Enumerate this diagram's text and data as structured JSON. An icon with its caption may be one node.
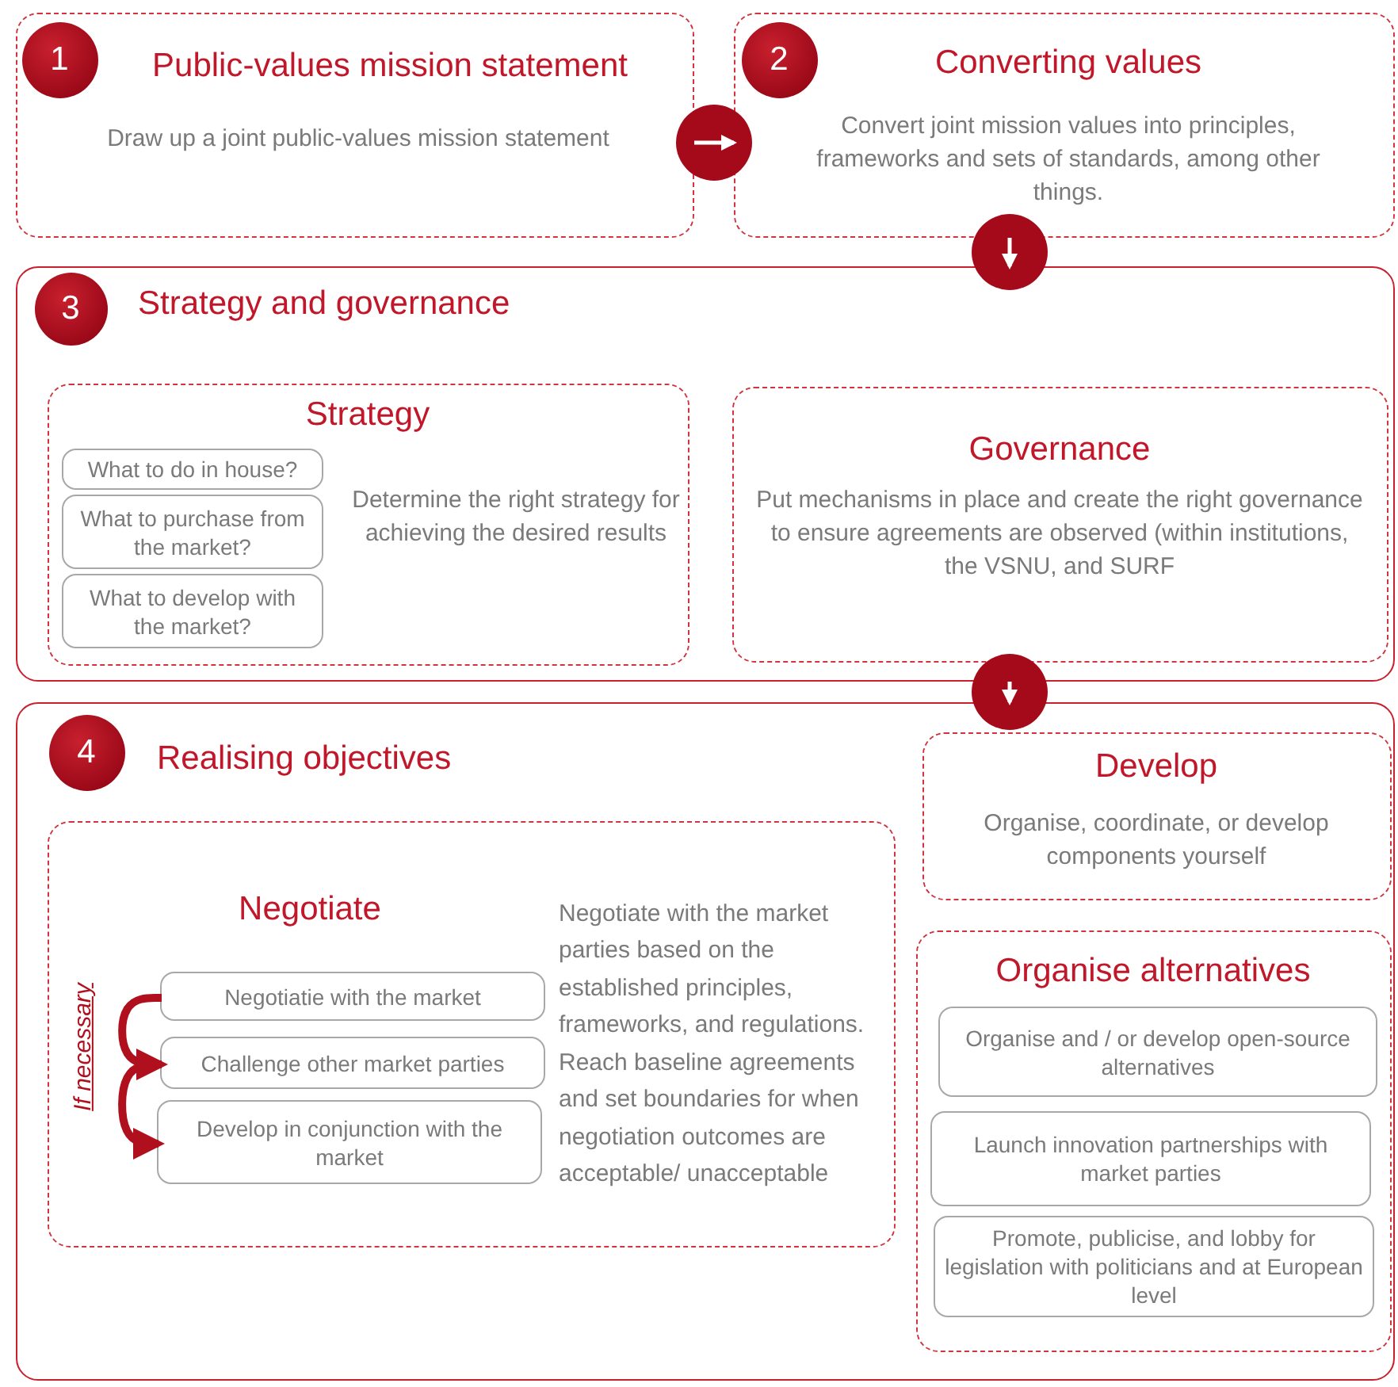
{
  "diagram": {
    "nodes": [
      {
        "text": [
          "Public-values mission statement",
          "Draw up a joint public-values mission statement"
        ]
      },
      {
        "text": [
          "1"
        ],
        "in": 0
      },
      {
        "text": [
          "Converting values",
          "Convert joint mission values into principles, frameworks and sets of standards, among other things."
        ]
      },
      {
        "text": [
          "2"
        ],
        "in": 2
      },
      {
        "text": [
          "Strategy and governance"
        ]
      },
      {
        "text": [
          "3"
        ],
        "in": 4
      },
      {
        "text": [
          "Strategy",
          "Determine the right strategy for achieving the desired results"
        ],
        "in": 4
      },
      {
        "text": [
          "What to do in house?"
        ],
        "in": 6
      },
      {
        "text": [
          "What to purchase from the market?"
        ],
        "in": 6
      },
      {
        "text": [
          "What to develop with the market?"
        ],
        "in": 6
      },
      {
        "text": [
          "Governance",
          "Put mechanisms in place and create the right governance to ensure agreements are observed (within institutions, the VSNU, and SURF"
        ],
        "in": 4
      },
      {
        "text": [
          "Realising objectives"
        ]
      },
      {
        "text": [
          "4"
        ],
        "in": 11
      },
      {
        "text": [
          "Negotiate",
          "Negotiate with the market parties based on the established principles, frameworks, and regulations. Reach baseline agreements and set boundaries for when negotiation outcomes are acceptable/ unacceptable"
        ],
        "in": 11
      },
      {
        "text": [
          "Negotiatie with the market"
        ],
        "in": 13
      },
      {
        "text": [
          "Challenge other market parties"
        ],
        "in": 13
      },
      {
        "text": [
          "Develop in conjunction  with the market"
        ],
        "in": 13
      },
      {
        "text": [
          "Develop",
          "Organise, coordinate, or develop components yourself"
        ],
        "in": 11
      },
      {
        "text": [
          "Organise alternatives"
        ],
        "in": 11
      },
      {
        "text": [
          "Organise and / or develop open-source alternatives"
        ],
        "in": 18
      },
      {
        "text": [
          "Launch innovation partnerships with market parties"
        ],
        "in": 18
      },
      {
        "text": [
          "Promote, publicise, and lobby for legislation with politicians and at European level"
        ],
        "in": 18
      }
    ],
    "edges": [
      {
        "from": 0,
        "to": 2,
        "arrow": "to"
      },
      {
        "from": 2,
        "to": 4,
        "arrow": "to"
      },
      {
        "from": 4,
        "to": 11,
        "arrow": "to"
      },
      {
        "from": 14,
        "to": 15,
        "arrow": "to",
        "style": "thick",
        "color": "#b0101e"
      },
      {
        "from": 15,
        "to": 16,
        "arrow": "to",
        "style": "thick",
        "color": "#b0101e"
      }
    ],
    "labels": [
      "If necessary"
    ]
  }
}
